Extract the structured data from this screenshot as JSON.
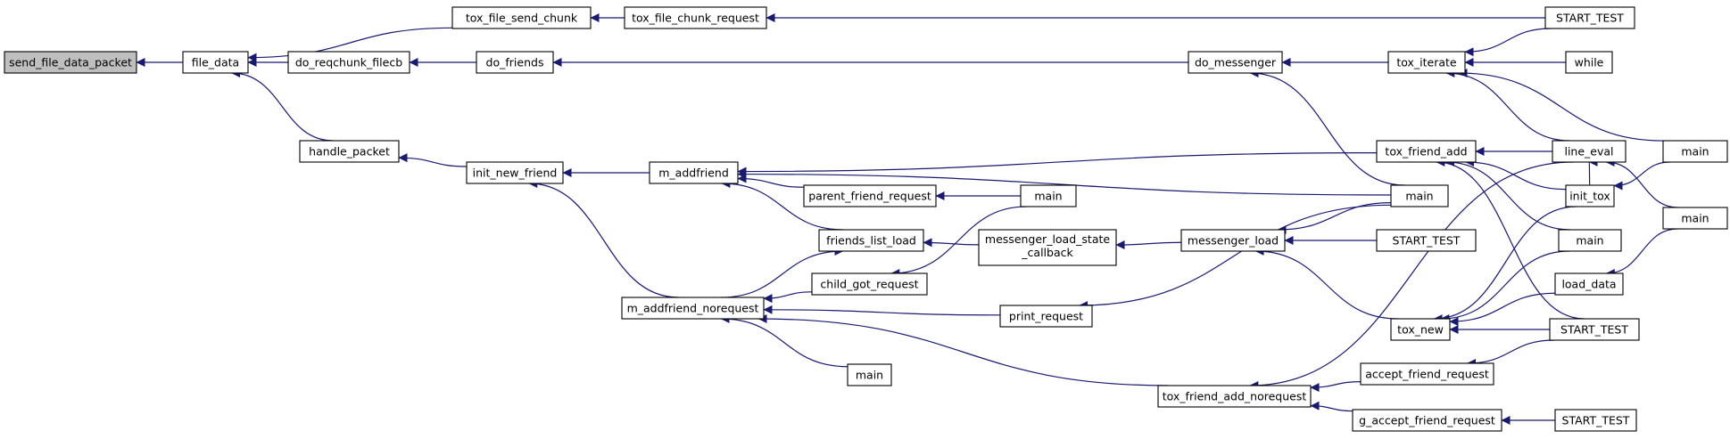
{
  "graph": {
    "colors": {
      "edge": "#191970",
      "node_fill": "#ffffff",
      "root_fill": "#bfbfbf",
      "border": "#000000"
    },
    "nodes": [
      {
        "id": "send_file_data_packet",
        "label": "send_file_data_packet",
        "root": true
      },
      {
        "id": "file_data",
        "label": "file_data"
      },
      {
        "id": "tox_file_send_chunk",
        "label": "tox_file_send_chunk"
      },
      {
        "id": "tox_file_chunk_request",
        "label": "tox_file_chunk_request"
      },
      {
        "id": "start_test_1",
        "label": "START_TEST"
      },
      {
        "id": "do_reqchunk_filecb",
        "label": "do_reqchunk_filecb"
      },
      {
        "id": "do_friends",
        "label": "do_friends"
      },
      {
        "id": "do_messenger",
        "label": "do_messenger"
      },
      {
        "id": "tox_iterate",
        "label": "tox_iterate"
      },
      {
        "id": "while",
        "label": "while"
      },
      {
        "id": "handle_packet",
        "label": "handle_packet"
      },
      {
        "id": "init_new_friend",
        "label": "init_new_friend"
      },
      {
        "id": "m_addfriend",
        "label": "m_addfriend"
      },
      {
        "id": "tox_friend_add",
        "label": "tox_friend_add"
      },
      {
        "id": "line_eval",
        "label": "line_eval"
      },
      {
        "id": "main_1",
        "label": "main"
      },
      {
        "id": "main_2",
        "label": "main"
      },
      {
        "id": "init_tox",
        "label": "init_tox"
      },
      {
        "id": "main_3",
        "label": "main"
      },
      {
        "id": "parent_friend_request",
        "label": "parent_friend_request"
      },
      {
        "id": "main_4",
        "label": "main"
      },
      {
        "id": "friends_list_load",
        "label": "friends_list_load"
      },
      {
        "id": "messenger_load_state_callback",
        "label_lines": [
          "messenger_load_state",
          "_callback"
        ]
      },
      {
        "id": "messenger_load",
        "label": "messenger_load"
      },
      {
        "id": "start_test_2",
        "label": "START_TEST"
      },
      {
        "id": "main_5",
        "label": "main"
      },
      {
        "id": "load_data",
        "label": "load_data"
      },
      {
        "id": "child_got_request",
        "label": "child_got_request"
      },
      {
        "id": "m_addfriend_norequest",
        "label": "m_addfriend_norequest"
      },
      {
        "id": "print_request",
        "label": "print_request"
      },
      {
        "id": "tox_new",
        "label": "tox_new"
      },
      {
        "id": "start_test_3",
        "label": "START_TEST"
      },
      {
        "id": "main_6",
        "label": "main"
      },
      {
        "id": "tox_friend_add_norequest",
        "label": "tox_friend_add_norequest"
      },
      {
        "id": "accept_friend_request",
        "label": "accept_friend_request"
      },
      {
        "id": "g_accept_friend_request",
        "label": "g_accept_friend_request"
      },
      {
        "id": "start_test_4",
        "label": "START_TEST"
      }
    ],
    "edges": [
      [
        "file_data",
        "send_file_data_packet"
      ],
      [
        "tox_file_send_chunk",
        "file_data"
      ],
      [
        "do_reqchunk_filecb",
        "file_data"
      ],
      [
        "handle_packet",
        "file_data"
      ],
      [
        "tox_file_chunk_request",
        "tox_file_send_chunk"
      ],
      [
        "start_test_1",
        "tox_file_chunk_request"
      ],
      [
        "do_friends",
        "do_reqchunk_filecb"
      ],
      [
        "do_messenger",
        "do_friends"
      ],
      [
        "tox_iterate",
        "do_messenger"
      ],
      [
        "main_2",
        "do_messenger"
      ],
      [
        "start_test_1",
        "tox_iterate"
      ],
      [
        "while",
        "tox_iterate"
      ],
      [
        "line_eval",
        "tox_iterate"
      ],
      [
        "main_1",
        "tox_iterate"
      ],
      [
        "init_new_friend",
        "handle_packet"
      ],
      [
        "m_addfriend",
        "init_new_friend"
      ],
      [
        "m_addfriend_norequest",
        "init_new_friend"
      ],
      [
        "tox_friend_add",
        "m_addfriend"
      ],
      [
        "main_2",
        "m_addfriend"
      ],
      [
        "parent_friend_request",
        "m_addfriend"
      ],
      [
        "friends_list_load",
        "m_addfriend"
      ],
      [
        "line_eval",
        "tox_friend_add"
      ],
      [
        "init_tox",
        "tox_friend_add"
      ],
      [
        "main_3",
        "tox_friend_add"
      ],
      [
        "start_test_3",
        "tox_friend_add"
      ],
      [
        "init_tox",
        "line_eval"
      ],
      [
        "main_5",
        "line_eval"
      ],
      [
        "main_1",
        "init_tox"
      ],
      [
        "main_4",
        "parent_friend_request"
      ],
      [
        "messenger_load_state_callback",
        "friends_list_load"
      ],
      [
        "m_addfriend_norequest",
        "friends_list_load"
      ],
      [
        "messenger_load",
        "messenger_load_state_callback"
      ],
      [
        "main_2",
        "messenger_load"
      ],
      [
        "start_test_2",
        "messenger_load"
      ],
      [
        "tox_new",
        "messenger_load"
      ],
      [
        "main_5",
        "load_data"
      ],
      [
        "main_4",
        "child_got_request"
      ],
      [
        "child_got_request",
        "m_addfriend_norequest"
      ],
      [
        "print_request",
        "m_addfriend_norequest"
      ],
      [
        "main_6",
        "m_addfriend_norequest"
      ],
      [
        "tox_friend_add_norequest",
        "m_addfriend_norequest"
      ],
      [
        "main_2",
        "print_request"
      ],
      [
        "init_tox",
        "tox_new"
      ],
      [
        "main_3",
        "tox_new"
      ],
      [
        "load_data",
        "tox_new"
      ],
      [
        "start_test_3",
        "tox_new"
      ],
      [
        "line_eval",
        "tox_friend_add_norequest"
      ],
      [
        "accept_friend_request",
        "tox_friend_add_norequest"
      ],
      [
        "g_accept_friend_request",
        "tox_friend_add_norequest"
      ],
      [
        "start_test_3",
        "accept_friend_request"
      ],
      [
        "start_test_4",
        "g_accept_friend_request"
      ]
    ]
  }
}
